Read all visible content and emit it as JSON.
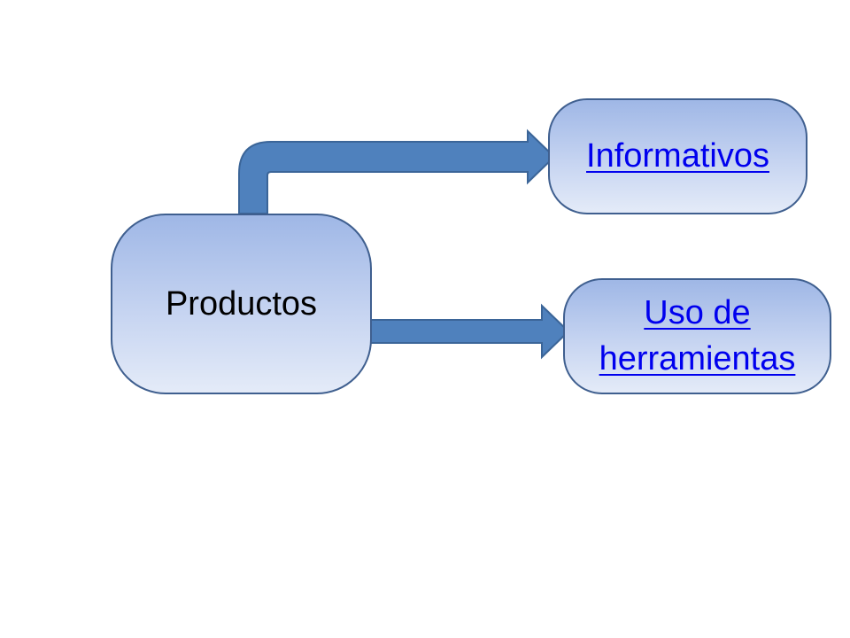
{
  "diagram": {
    "root": {
      "label": "Productos"
    },
    "children": [
      {
        "label": "Informativos",
        "link_color": "#0000EE"
      },
      {
        "label_line1": "Uso de",
        "label_line2": "herramientas",
        "link_color": "#0000EE"
      }
    ],
    "colors": {
      "arrow_fill": "#4F81BD",
      "arrow_stroke": "#3B6598",
      "node_border": "#3F5F8F",
      "node_gradient_top": "#9FB7E6",
      "node_gradient_bottom": "#E4EBF8"
    }
  }
}
